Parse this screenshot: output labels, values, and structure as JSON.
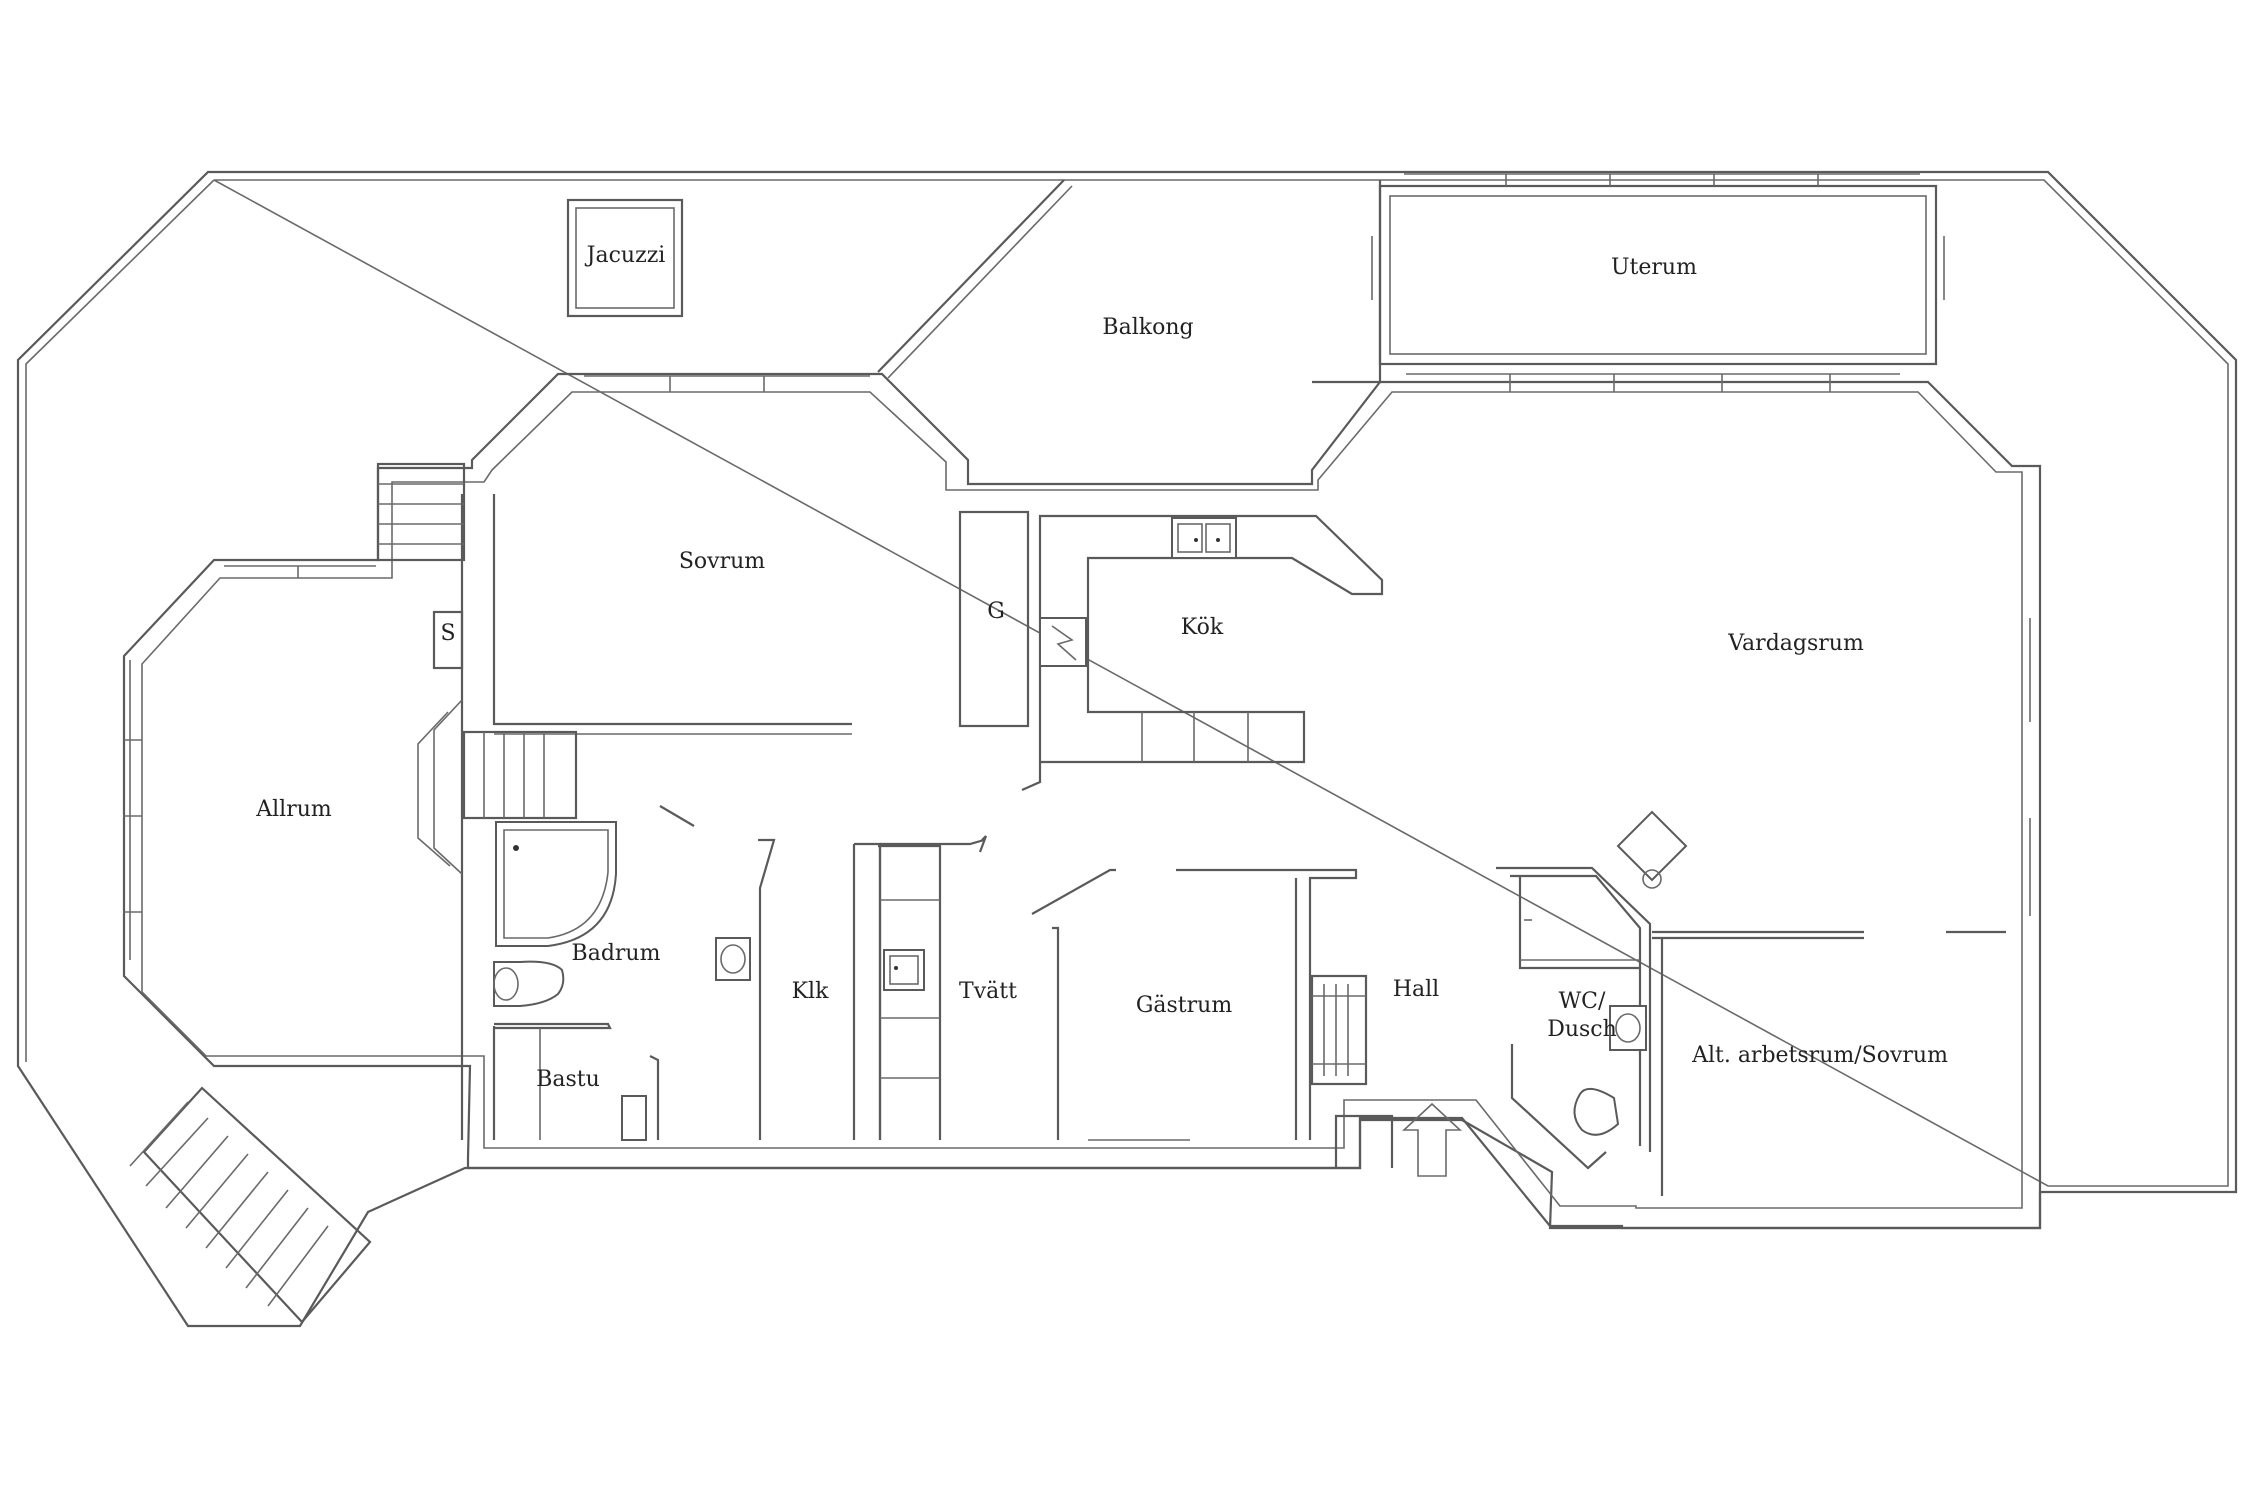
{
  "plan": {
    "rooms": {
      "jacuzzi": "Jacuzzi",
      "balkong": "Balkong",
      "uterum": "Uterum",
      "sovrum": "Sovrum",
      "g": "G",
      "kok": "Kök",
      "vardagsrum": "Vardagsrum",
      "s": "S",
      "allrum": "Allrum",
      "badrum": "Badrum",
      "klk": "Klk",
      "tvatt": "Tvätt",
      "gastrum": "Gästrum",
      "hall": "Hall",
      "wc_line1": "WC/",
      "wc_line2": "Dusch",
      "alt": "Alt. arbetsrum/Sovrum",
      "bastu": "Bastu"
    }
  }
}
